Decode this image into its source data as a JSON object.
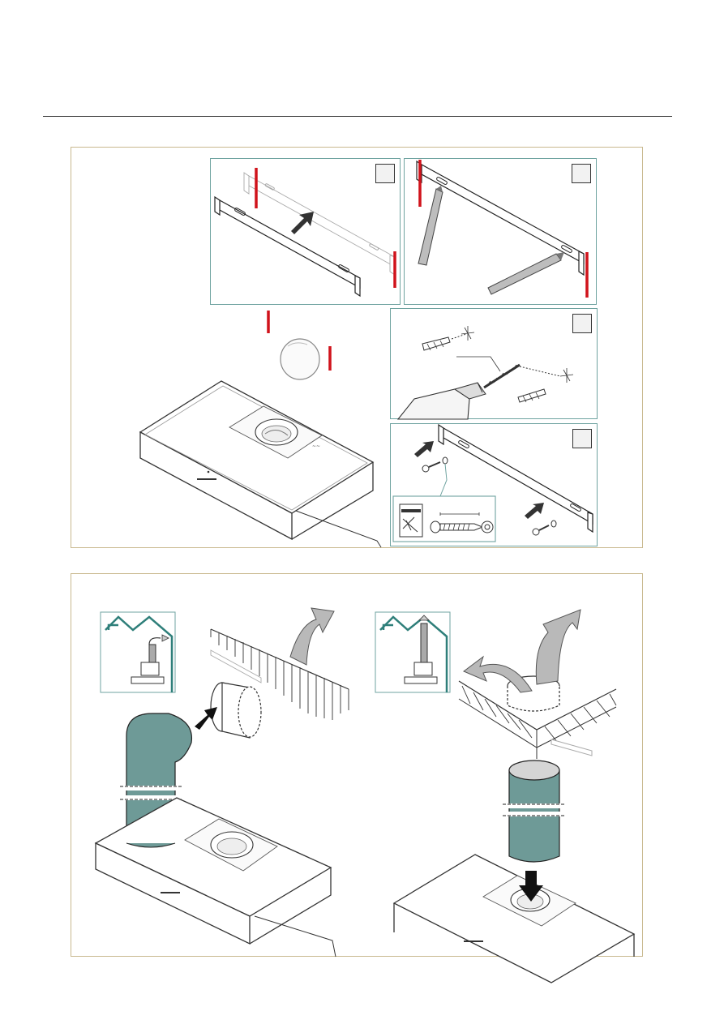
{
  "page": {
    "header_rule": true
  },
  "figure_top": {
    "panels": [
      {
        "id": "slide-bracket",
        "step_label": ""
      },
      {
        "id": "mark-wall",
        "step_label": ""
      },
      {
        "id": "drill-plugs",
        "step_label": ""
      },
      {
        "id": "screw-bracket",
        "step_label": ""
      }
    ]
  },
  "figure_bottom": {
    "left_scene": "wall-outlet",
    "right_scene": "ceiling-outlet"
  },
  "colors": {
    "frame": "#c9b98f",
    "panel": "#6fa3a0",
    "duct": "#6e9a97",
    "marker": "#d0121b",
    "arrow_gray": "#b9b9b9",
    "house": "#2f7f7a"
  },
  "icons": [
    "arrow-icon",
    "drill-icon",
    "screw-icon",
    "wall-plug-icon",
    "house-icon",
    "airflow-arrow-icon"
  ]
}
